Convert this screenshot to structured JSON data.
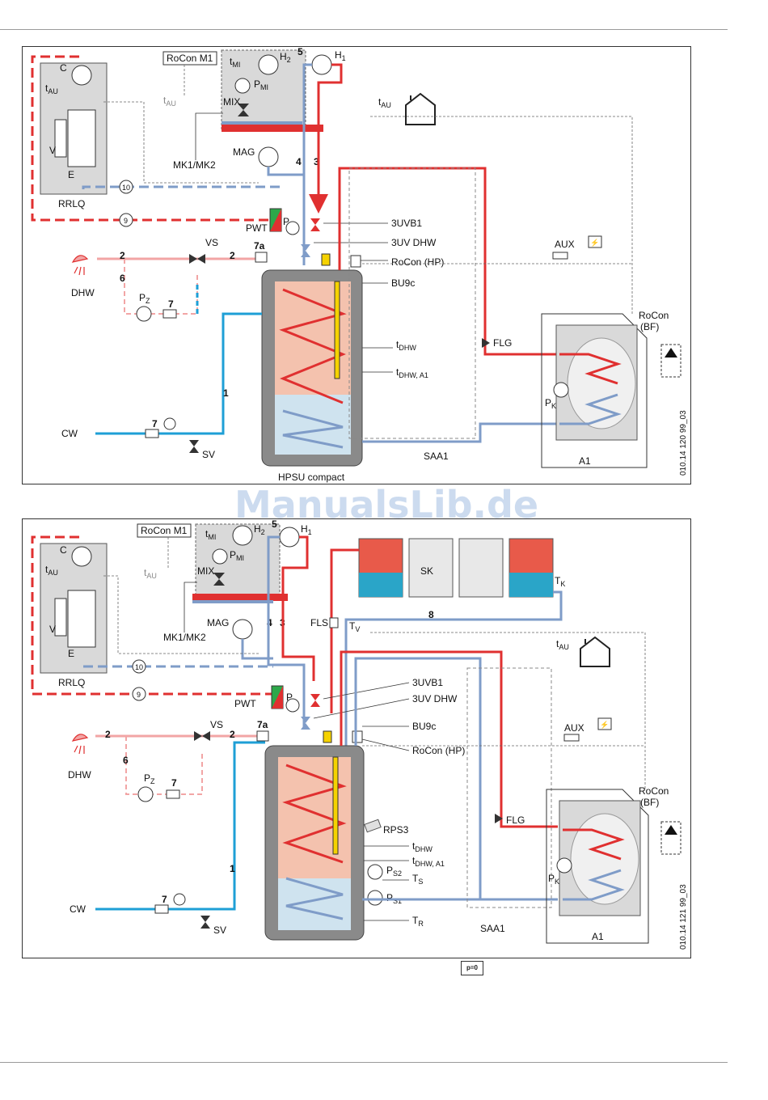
{
  "watermark": "ManualsLib.de",
  "diagram_top": {
    "figure_code": "010.14 120 99_03",
    "labels": {
      "rocon_m1": "RoCon M1",
      "tmi": "t",
      "tmi_sub": "MI",
      "h2": "H",
      "h2_sub": "2",
      "h1": "H",
      "h1_sub": "1",
      "pmi": "P",
      "pmi_sub": "MI",
      "mix": "MIX",
      "c": "C",
      "tau": "t",
      "tau_sub": "AU",
      "v": "V",
      "e": "E",
      "rrlq": "RRLQ",
      "tau2": "t",
      "tau2_sub": "AU",
      "tau3": "t",
      "tau3_sub": "AU",
      "mag": "MAG",
      "mk": "MK1/MK2",
      "n10": "10",
      "n9": "9",
      "n5": "5",
      "n4": "4",
      "n3": "3",
      "pwt": "PWT",
      "p": "P",
      "uvb1": "3UVB1",
      "uvdhw": "3UV DHW",
      "aux": "AUX",
      "rocon_hp": "RoCon (HP)",
      "bu9c": "BU9c",
      "vs": "VS",
      "n2a": "2",
      "n2b": "2",
      "n7a": "7a",
      "dhw": "DHW",
      "n6": "6",
      "pz": "P",
      "pz_sub": "Z",
      "n7": "7",
      "n7b": "7",
      "n1": "1",
      "cw": "CW",
      "sv": "SV",
      "tdhw": "t",
      "tdhw_sub": "DHW",
      "tdhwa1": "t",
      "tdhwa1_sub": "DHW, A1",
      "flg": "FLG",
      "rocon_bf": "RoCon",
      "rocon_bf2": "(BF)",
      "pk": "P",
      "pk_sub": "K",
      "saa1": "SAA1",
      "a1": "A1",
      "hpsu": "HPSU compact"
    }
  },
  "diagram_bottom": {
    "figure_code": "010.14 121 99_03",
    "labels": {
      "rocon_m1": "RoCon M1",
      "tmi": "t",
      "tmi_sub": "MI",
      "h2": "H",
      "h2_sub": "2",
      "h1": "H",
      "h1_sub": "1",
      "pmi": "P",
      "pmi_sub": "MI",
      "mix": "MIX",
      "c": "C",
      "tau": "t",
      "tau_sub": "AU",
      "v": "V",
      "e": "E",
      "rrlq": "RRLQ",
      "tau2": "t",
      "tau2_sub": "AU",
      "tau3": "t",
      "tau3_sub": "AU",
      "mag": "MAG",
      "mk": "MK1/MK2",
      "n10": "10",
      "n9": "9",
      "n5": "5",
      "n4": "4",
      "n3": "3",
      "sk": "SK",
      "tk": "T",
      "tk_sub": "K",
      "n8": "8",
      "fls": "FLS",
      "tv": "T",
      "tv_sub": "V",
      "pwt": "PWT",
      "p": "P",
      "uvb1": "3UVB1",
      "uvdhw": "3UV DHW",
      "bu9c": "BU9c",
      "aux": "AUX",
      "rocon_hp": "RoCon (HP)",
      "vs": "VS",
      "n2a": "2",
      "n2b": "2",
      "n7a": "7a",
      "dhw": "DHW",
      "n6": "6",
      "pz": "P",
      "pz_sub": "Z",
      "n7": "7",
      "n7b": "7",
      "n1": "1",
      "cw": "CW",
      "sv": "SV",
      "rps3": "RPS3",
      "tdhw": "t",
      "tdhw_sub": "DHW",
      "tdhwa1": "t",
      "tdhwa1_sub": "DHW, A1",
      "ps2": "P",
      "ps2_sub": "S2",
      "ts": "T",
      "ts_sub": "S",
      "ps1": "P",
      "ps1_sub": "S1",
      "tr": "T",
      "tr_sub": "R",
      "flg": "FLG",
      "rocon_bf": "RoCon",
      "rocon_bf2": "(BF)",
      "pk": "P",
      "pk_sub": "K",
      "saa1": "SAA1",
      "a1": "A1"
    }
  },
  "footer_badge": "p=0",
  "colors": {
    "red": "#e03030",
    "blue": "#7f9cc8",
    "cyan": "#1e9fd6",
    "pink": "#f2a5a5",
    "grey": "#d9d9d9",
    "tank_warm": "#f4c2ae",
    "tank_cold": "#cfe3ef"
  }
}
